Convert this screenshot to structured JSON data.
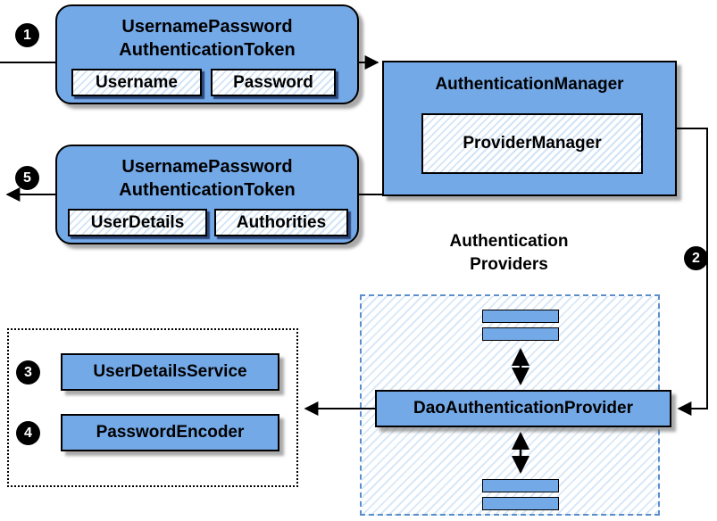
{
  "colors": {
    "box_blue": "#74a9e8",
    "hatch_stripe_blue": "#d2e4f7",
    "dashed_border_blue": "#5b8ec9",
    "line_black": "#000000",
    "shadow_gray": "#7d7d7d"
  },
  "badges": {
    "step1": "1",
    "step2": "2",
    "step3": "3",
    "step4": "4",
    "step5": "5"
  },
  "request_token": {
    "title_line1": "UsernamePassword",
    "title_line2": "AuthenticationToken",
    "fields": [
      "Username",
      "Password"
    ]
  },
  "authentication_manager": {
    "title": "AuthenticationManager",
    "provider_manager": "ProviderManager"
  },
  "response_token": {
    "title_line1": "UsernamePassword",
    "title_line2": "AuthenticationToken",
    "fields": [
      "UserDetails",
      "Authorities"
    ]
  },
  "providers_group": {
    "label_line1": "Authentication",
    "label_line2": "Providers",
    "dao_provider": "DaoAuthenticationProvider"
  },
  "services": {
    "user_details_service": "UserDetailsService",
    "password_encoder": "PasswordEncoder"
  }
}
